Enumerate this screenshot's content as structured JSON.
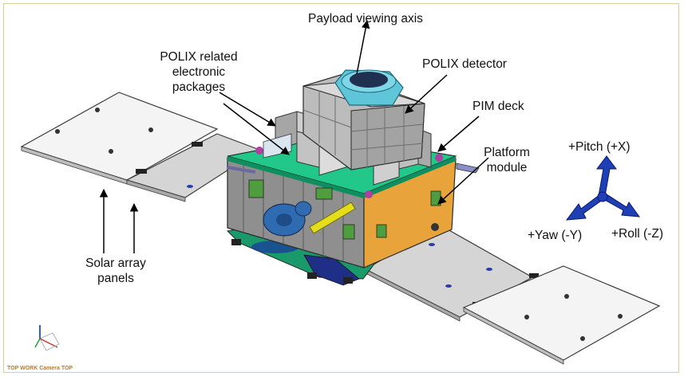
{
  "labels": {
    "payload_axis": "Payload viewing axis",
    "polix_related": "POLIX related electronic packages",
    "polix_detector": "POLIX detector",
    "pim_deck": "PIM deck",
    "platform_module": "Platform module",
    "solar_panels": "Solar array panels"
  },
  "axes": {
    "pitch": "+Pitch (+X)",
    "yaw": "+Yaw (-Y)",
    "roll": "+Roll (-Z)"
  },
  "viewport_caption": "TOP WORK Camera TOP",
  "colors": {
    "frame_border": "#d9cf9a",
    "axis_arrow": "#1f3fb5",
    "platform_gold": "#e8a43a",
    "deck_green": "#21c88a",
    "detector_cyan": "#5ec6d8",
    "panel_gray": "#d5d5d5"
  }
}
